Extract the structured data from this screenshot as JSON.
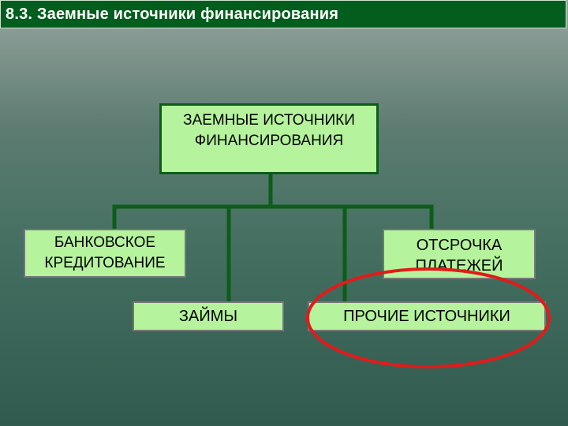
{
  "title": "8.3. Заемные источники финансирования",
  "diagram": {
    "root": "ЗАЕМНЫЕ ИСТОЧНИКИ\nФИНАНСИРОВАНИЯ",
    "children": [
      "БАНКОВСКОЕ\nКРЕДИТОВАНИЕ",
      "ЗАЙМЫ",
      "ПРОЧИЕ ИСТОЧНИКИ",
      "ОТСРОЧКА\nПЛАТЕЖЕЙ"
    ]
  },
  "colors": {
    "title_bar": "#035e1d",
    "box_fill": "#b5f39c",
    "connector": "#0c5d19",
    "highlight_ellipse": "#e11b1b"
  }
}
